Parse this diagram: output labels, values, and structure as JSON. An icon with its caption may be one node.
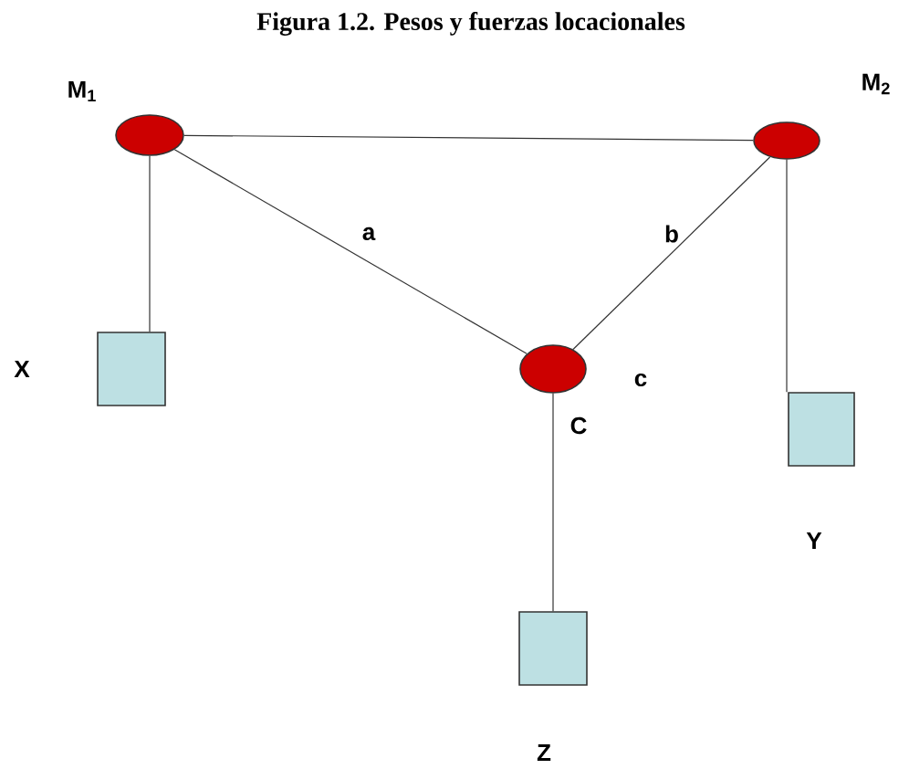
{
  "diagram": {
    "title": "Figura 1.2. Pesos y fuerzas locacionales",
    "nodes": [
      {
        "text": [],
        "shape": "circle",
        "beside": [
          "M$_{1}$"
        ]
      },
      {
        "text": [],
        "shape": "circle",
        "beside": [
          "M$_{2}$"
        ]
      },
      {
        "text": [],
        "shape": "circle",
        "beside": [
          "c",
          "C"
        ]
      },
      {
        "text": [],
        "shape": "box",
        "beside": [
          "X"
        ]
      },
      {
        "text": [],
        "shape": "box",
        "beside": [
          "Y"
        ]
      },
      {
        "text": [],
        "shape": "box",
        "beside": [
          "Z"
        ]
      }
    ],
    "edges": [
      {
        "from": 0,
        "to": 1,
        "arrow": "none"
      },
      {
        "from": 0,
        "to": 2,
        "arrow": "none",
        "label": "a"
      },
      {
        "from": 1,
        "to": 2,
        "arrow": "none",
        "label": "b"
      },
      {
        "from": 0,
        "to": 3,
        "arrow": "none"
      },
      {
        "from": 1,
        "to": 4,
        "arrow": "none"
      },
      {
        "from": 2,
        "to": 5,
        "arrow": "none"
      }
    ]
  }
}
